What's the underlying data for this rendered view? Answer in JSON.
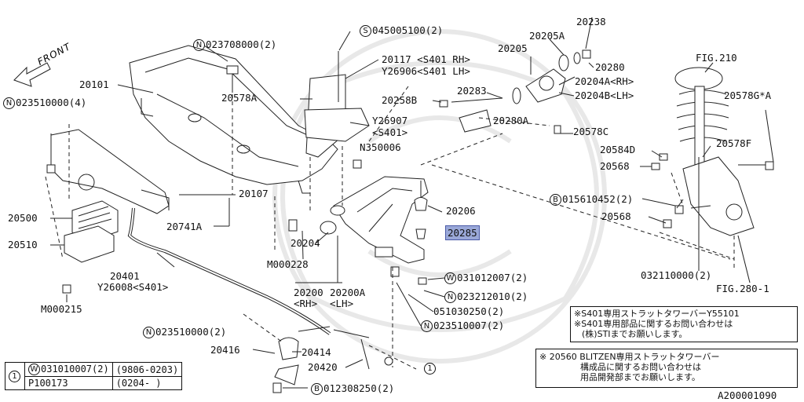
{
  "labels": {
    "front": "FRONT",
    "p20101": "20101",
    "p023708000": "023708000(2)",
    "p045005100": "045005100(2)",
    "p20117": "20117 <S401 RH>",
    "pY26906": "Y26906<S401 LH>",
    "p20205": "20205",
    "p20205A": "20205A",
    "p20238": "20238",
    "p20280": "20280",
    "p20204A": "20204A<RH>",
    "p20204B": "20204B<LH>",
    "pFIG210": "FIG.210",
    "p20578GA": "20578G*A",
    "p023510000_4": "023510000(4)",
    "p20578A": "20578A",
    "p20258B": "20258B",
    "p20283": "20283",
    "p20280A": "20280A",
    "pY26907": "Y26907",
    "pS401": "<S401>",
    "p20578C": "20578C",
    "pN350006": "N350006",
    "p20578F": "20578F",
    "p20584D": "20584D",
    "p20568a": "20568",
    "p20107": "20107",
    "p20741A": "20741A",
    "p015610452": "015610452(2)",
    "p20206": "20206",
    "p20568b": "20568",
    "p20500": "20500",
    "p20285": "20285",
    "p20510": "20510",
    "p20204": "20204",
    "pM000228": "M000228",
    "p20401": "20401",
    "pY26008": "Y26008<S401>",
    "p032110000": "032110000(2)",
    "pFIG280": "FIG.280-1",
    "p20200": "20200",
    "pRH": "<RH>",
    "p20200A": "20200A",
    "pLH": "<LH>",
    "p031012007": "031012007(2)",
    "p023212010": "023212010(2)",
    "p051030250": "051030250(2)",
    "p023510007": "023510007(2)",
    "pM000215": "M000215",
    "p023510000_2": "023510000(2)",
    "p20414": "20414",
    "p20416": "20416",
    "p20420": "20420",
    "p012308250": "012308250(2)",
    "one_a": "1",
    "one_b": "1",
    "docnum": "A200001090"
  },
  "prefix": {
    "N": "N",
    "S": "S",
    "W": "W",
    "B": "B"
  },
  "note1": {
    "line1": "※S401専用ストラットタワーバーY55101",
    "line2": "※S401専用部品に関するお問い合わせは",
    "line3": "(株)STIまでお願いします。"
  },
  "note2": {
    "line1": "※ 20560 BLITZEN専用ストラットタワーバー",
    "line2": "構成品に関するお問い合わせは",
    "line3": "用品開発部までお願いします。"
  },
  "table": {
    "ref": "1",
    "row1_part": "031010007(2)",
    "row1_range": "(9806-0203)",
    "row2_part": "P100173",
    "row2_range": "(0204-   )"
  }
}
